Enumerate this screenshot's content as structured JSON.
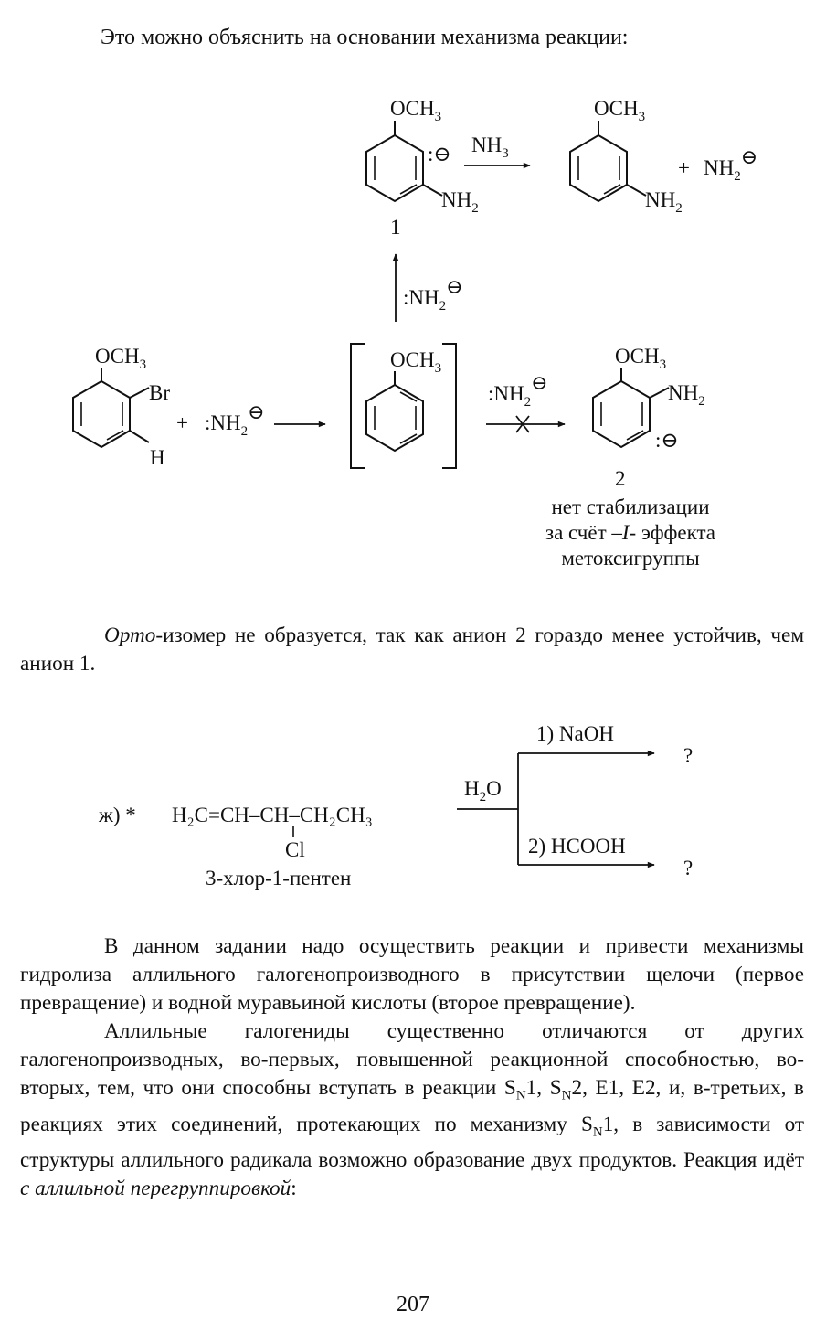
{
  "intro_line": "Это можно объяснить на основании механизма реакции:",
  "mechanism": {
    "och3": "OCH",
    "och3_sub": "3",
    "nh2": "NH",
    "nh2_sub": "2",
    "nh3": "NH",
    "nh3_sub": "3",
    "amide": ":NH",
    "anion_charge": ":⊖",
    "minus": "⊖",
    "plus": "+",
    "br": "Br",
    "h": "H",
    "label_1": "1",
    "label_2": "2",
    "note_line1": "нет стабилизации",
    "note_line2_prefix": "за счёт –",
    "note_line2_italic": "I",
    "note_line2_suffix": "- эффекта",
    "note_line3": "метоксигруппы"
  },
  "ortho_paragraph": {
    "italic": "Орто",
    "text": "-изомер не образуется, так как анион 2 гораздо менее устойчив, чем анион 1."
  },
  "task": {
    "label": "ж) *",
    "formula_main": "H₂C=CH–CH–CH₂CH₃",
    "cl": "Cl",
    "name": "3-хлор-1-пентен",
    "h2o": "H",
    "h2o_sub": "2",
    "h2o_end": "O",
    "branch1": "1) NaOH",
    "branch2": "2) HCOOH",
    "question": "?"
  },
  "paragraph1": "В данном задании надо осуществить реакции и привести механизмы гидролиза аллильного галогенопроизводного в присутствии щелочи (первое превращение) и водной муравьиной кислоты (второе превращение).",
  "paragraph2": {
    "t1": "Аллильные галогениды существенно отличаются от других галогенопроизводных, во-первых, повышенной реакционной способностью, во-вторых, тем, что они способны вступать в реакции S",
    "sn": "N",
    "t2": "1, S",
    "t3": "2, E1, E2, и, в-третьих, в реакциях этих соединений, протекающих по механизму S",
    "t4": "1, в зависимости от структуры аллильного радикала возможно образование двух продуктов. Реакция идёт ",
    "italic": "с аллильной перегруппировкой",
    "t5": ":"
  },
  "page_number": "207"
}
